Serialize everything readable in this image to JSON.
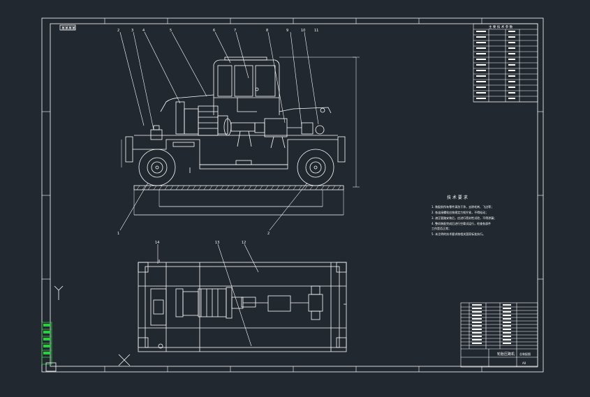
{
  "colors": {
    "background": "#212830",
    "line": "#ffffff",
    "accent_green": "#2ecc40"
  },
  "drawing": {
    "tag_top_left": "某某某某",
    "balloons_top": [
      "2",
      "3",
      "4",
      "5",
      "6",
      "7",
      "8",
      "9",
      "10",
      "11"
    ],
    "balloons_bottom_side": [
      "1",
      "2"
    ],
    "balloons_plan": [
      "14",
      "13",
      "12"
    ],
    "tech_title": "技 术 要 求",
    "tech_lines": [
      "1. 装配前所有零件清洗干净，去除毛刺、飞边等；",
      "2. 各连接螺栓应按规定力矩拧紧，不得松动；",
      "3. 液压管路安装后，应进行密封性试验，不得渗漏；",
      "4. 整机装配完成后进行空载试运行，检查各部件",
      "   工作是否正常；",
      "5. 未注明的技术要求按相关国家标准执行。"
    ],
    "param_table_title": "主 要 技 术 参 数",
    "title_block_name": "轮胎压路机",
    "title_block_drawing_no": "总装配图",
    "title_block_sheet": "A0"
  }
}
